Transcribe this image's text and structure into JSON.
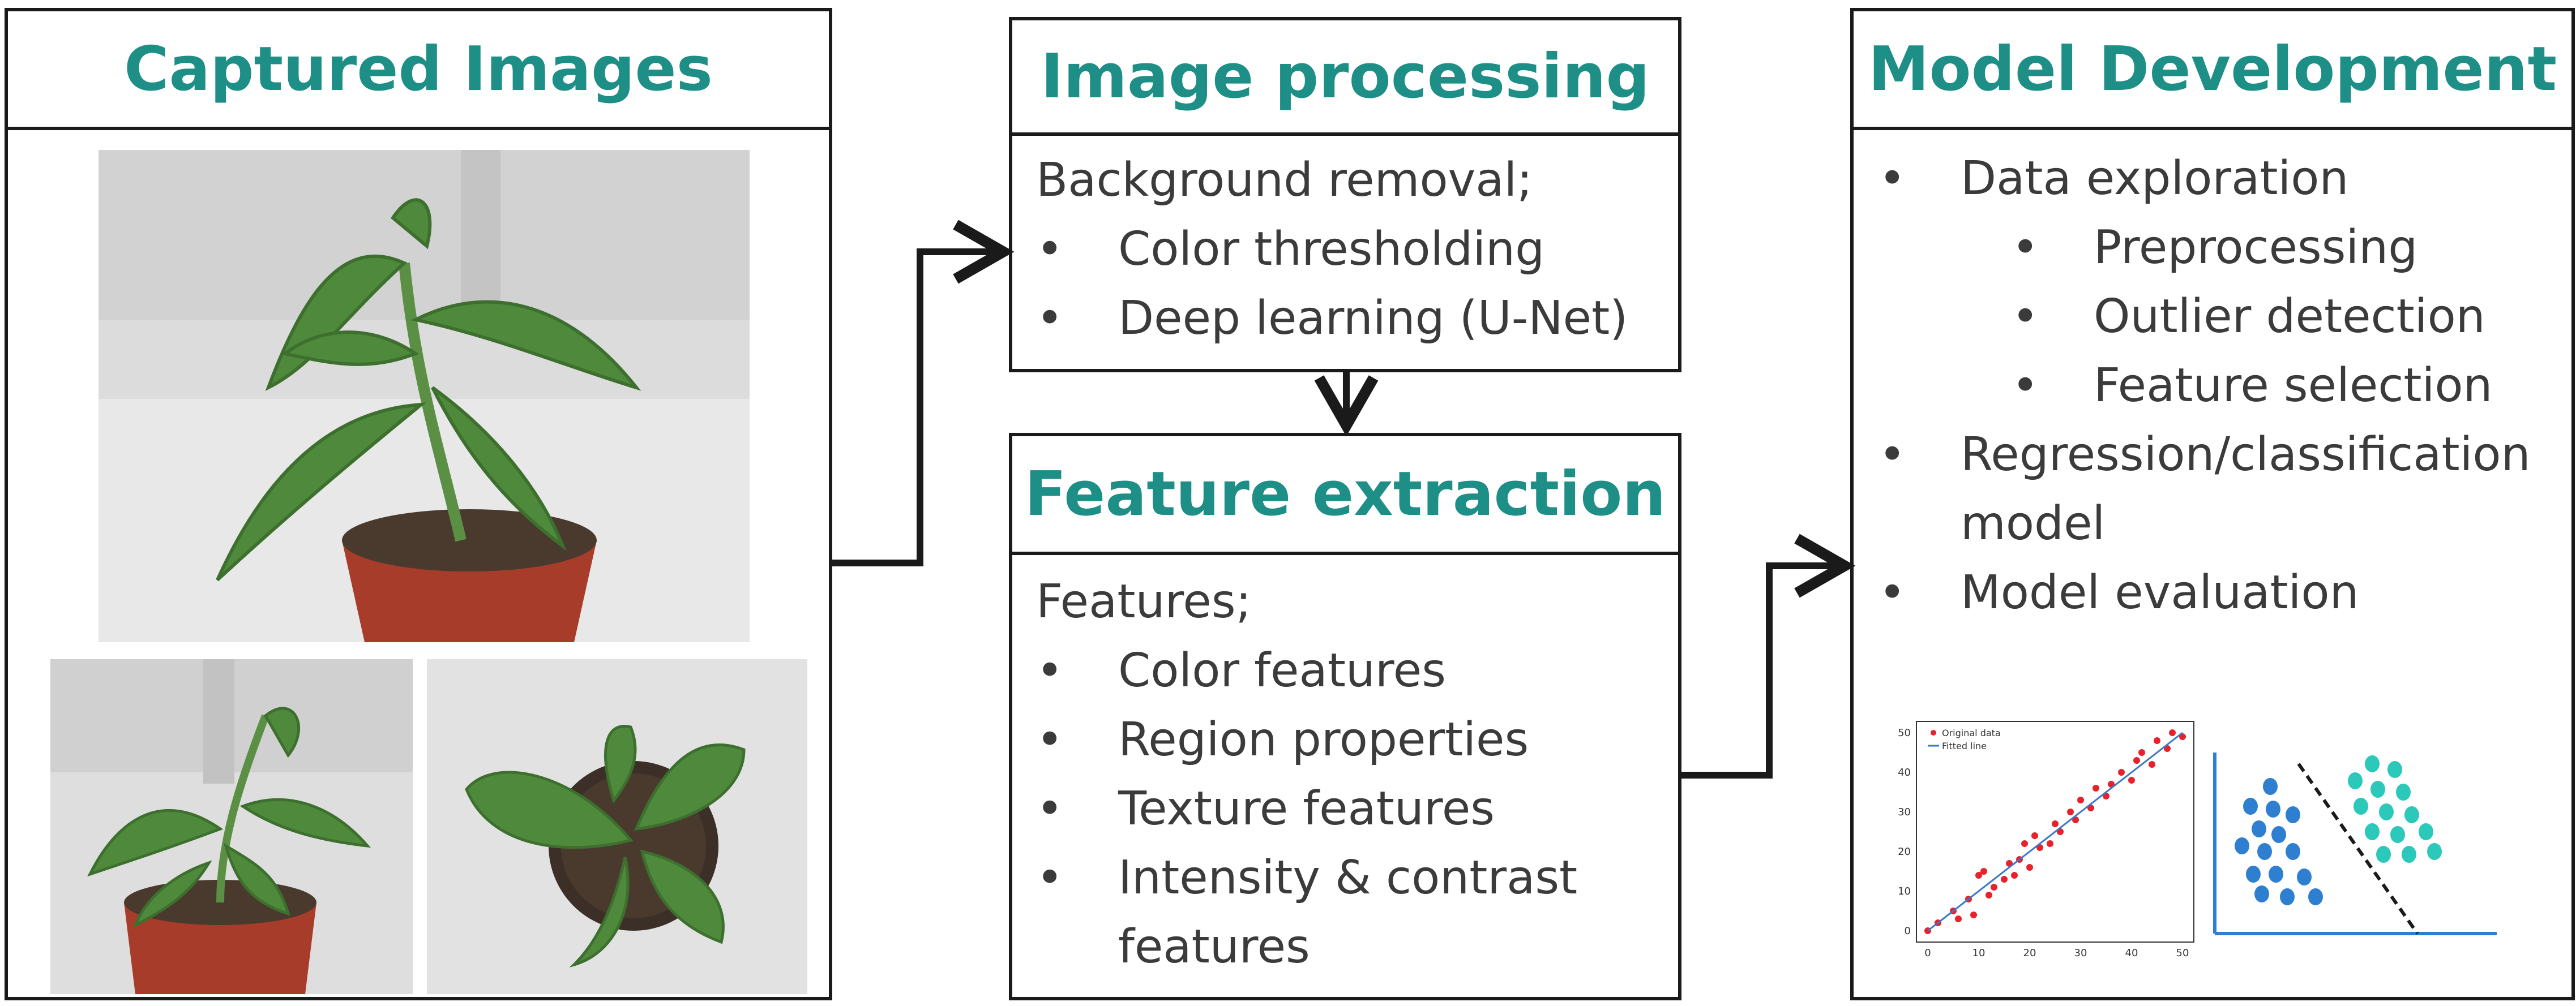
{
  "captured": {
    "title": "Captured Images"
  },
  "image_processing": {
    "title": "Image processing",
    "intro": "Background removal;",
    "items": [
      "Color thresholding",
      "Deep learning (U-Net)"
    ]
  },
  "feature_extraction": {
    "title": "Feature extraction",
    "intro": "Features;",
    "items": [
      "Color features",
      "Region properties",
      "Texture features",
      "Intensity & contrast",
      "features"
    ]
  },
  "model_development": {
    "title": "Model Development",
    "items": [
      {
        "text": "Data exploration",
        "level": 1
      },
      {
        "text": "Preprocessing",
        "level": 2
      },
      {
        "text": "Outlier detection",
        "level": 2
      },
      {
        "text": "Feature selection",
        "level": 2
      },
      {
        "text": "Regression/classification",
        "level": 1
      },
      {
        "text": "model",
        "level": 0
      },
      {
        "text": "Model evaluation",
        "level": 1
      }
    ]
  },
  "regression_plot": {
    "legend": [
      "Original data",
      "Fitted line"
    ],
    "x_ticks": [
      "0",
      "10",
      "20",
      "30",
      "40",
      "50"
    ],
    "y_ticks": [
      "0",
      "10",
      "20",
      "30",
      "40",
      "50"
    ],
    "points": [
      [
        0,
        0
      ],
      [
        2,
        2
      ],
      [
        5,
        5
      ],
      [
        6,
        3
      ],
      [
        8,
        8
      ],
      [
        9,
        4
      ],
      [
        10,
        14
      ],
      [
        11,
        15
      ],
      [
        12,
        9
      ],
      [
        13,
        11
      ],
      [
        15,
        13
      ],
      [
        16,
        17
      ],
      [
        17,
        14
      ],
      [
        18,
        18
      ],
      [
        19,
        22
      ],
      [
        20,
        16
      ],
      [
        21,
        24
      ],
      [
        22,
        21
      ],
      [
        24,
        22
      ],
      [
        25,
        27
      ],
      [
        26,
        25
      ],
      [
        28,
        30
      ],
      [
        29,
        28
      ],
      [
        30,
        33
      ],
      [
        32,
        31
      ],
      [
        33,
        36
      ],
      [
        35,
        34
      ],
      [
        36,
        37
      ],
      [
        38,
        40
      ],
      [
        40,
        38
      ],
      [
        41,
        43
      ],
      [
        42,
        45
      ],
      [
        44,
        42
      ],
      [
        45,
        48
      ],
      [
        47,
        46
      ],
      [
        48,
        50
      ],
      [
        50,
        49
      ]
    ],
    "colors": {
      "points": "#e8212b",
      "line": "#3a78c5"
    }
  },
  "colors": {
    "title": "#1e8f86",
    "border": "#1a1a1a",
    "text": "#3b3b3b",
    "cluster_a": "#2f7fd1",
    "cluster_b": "#2cc9bb"
  }
}
